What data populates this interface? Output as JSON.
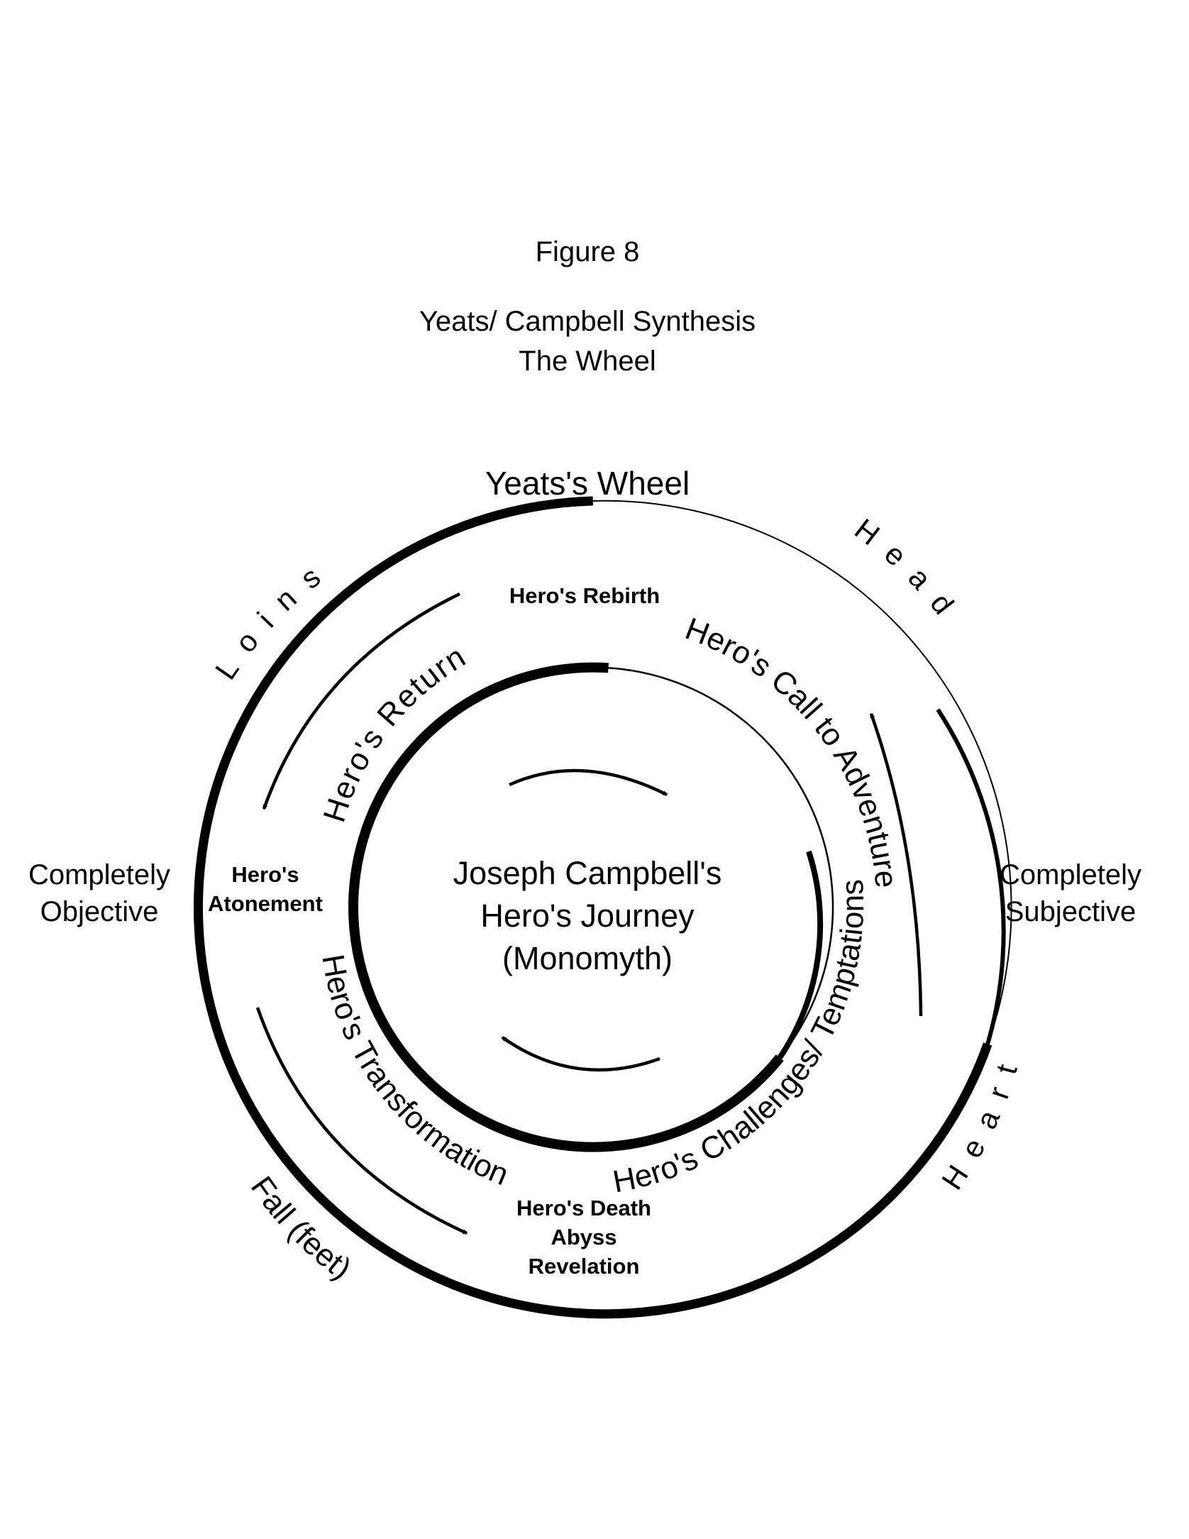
{
  "header": {
    "figure": "Figure 8",
    "title_line1": "Yeats/ Campbell Synthesis",
    "title_line2": "The Wheel"
  },
  "outer_wheel": {
    "label": "Yeats's Wheel",
    "loins": "Loins",
    "head": "Head",
    "heart": "Heart",
    "fall": "Fall (feet)"
  },
  "sides": {
    "left_line1": "Completely",
    "left_line2": "Objective",
    "right_line1": "Completely",
    "right_line2": "Subjective"
  },
  "stages": {
    "rebirth": "Hero's Rebirth",
    "atonement_line1": "Hero's",
    "atonement_line2": "Atonement",
    "death_line1": "Hero's Death",
    "death_line2": "Abyss",
    "death_line3": "Revelation"
  },
  "inner_arcs": {
    "return": "Hero's Return",
    "call": "Hero's Call to Adventure",
    "challenges": "Hero's Challenges/ Temptations",
    "transformation": "Hero's Transformation"
  },
  "center": {
    "line1": "Joseph Campbell's",
    "line2": "Hero's Journey",
    "line3": "(Monomyth)"
  }
}
